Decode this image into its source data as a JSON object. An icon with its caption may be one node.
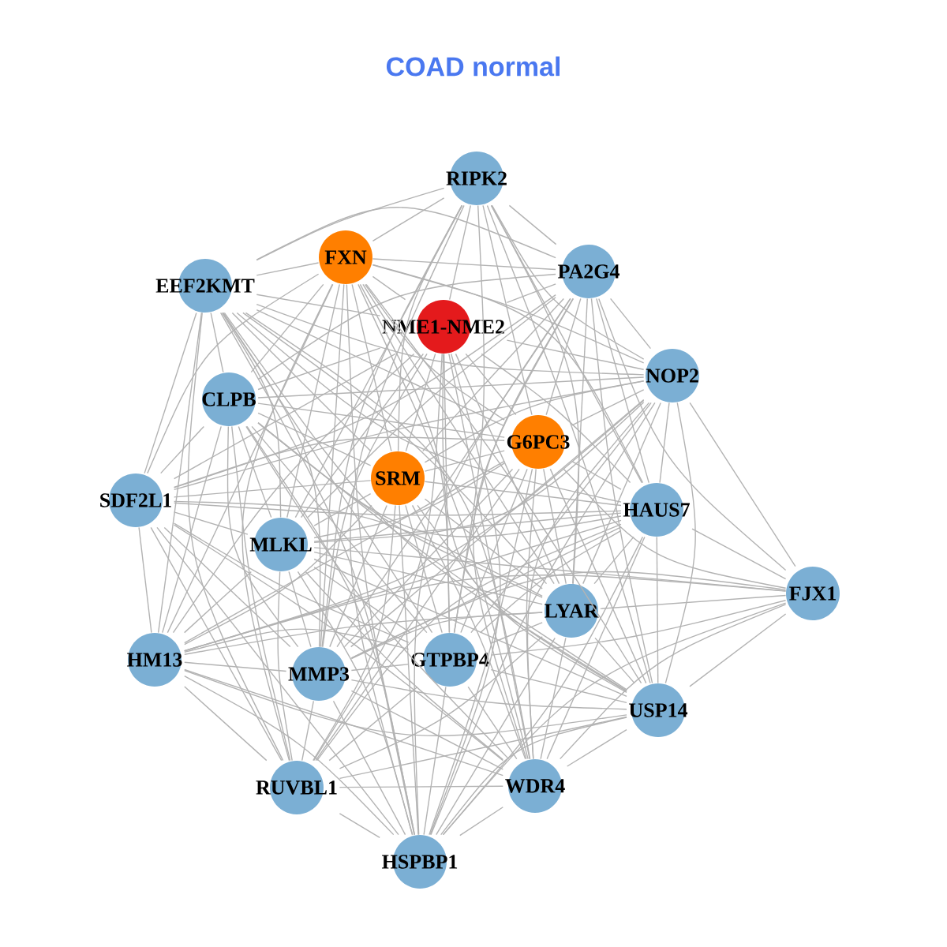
{
  "diagram": {
    "title": "COAD normal",
    "nodes": [
      {
        "text": [
          "RIPK2"
        ]
      },
      {
        "text": [
          "FXN"
        ]
      },
      {
        "text": [
          "PA2G4"
        ]
      },
      {
        "text": [
          "EEF2KMT"
        ]
      },
      {
        "text": [
          "NME1-NME2"
        ]
      },
      {
        "text": [
          "NOP2"
        ]
      },
      {
        "text": [
          "CLPB"
        ]
      },
      {
        "text": [
          "G6PC3"
        ]
      },
      {
        "text": [
          "SRM"
        ]
      },
      {
        "text": [
          "SDF2L1"
        ]
      },
      {
        "text": [
          "HAUS7"
        ]
      },
      {
        "text": [
          "MLKL"
        ]
      },
      {
        "text": [
          "FJX1"
        ]
      },
      {
        "text": [
          "LYAR"
        ]
      },
      {
        "text": [
          "HM13"
        ]
      },
      {
        "text": [
          "MMP3"
        ]
      },
      {
        "text": [
          "GTPBP4"
        ]
      },
      {
        "text": [
          "USP14"
        ]
      },
      {
        "text": [
          "RUVBL1"
        ]
      },
      {
        "text": [
          "WDR4"
        ]
      },
      {
        "text": [
          "HSPBP1"
        ]
      }
    ],
    "edges": [
      {
        "from": 0,
        "to": 1,
        "arrow": "none"
      },
      {
        "from": 0,
        "to": 2,
        "arrow": "none"
      },
      {
        "from": 0,
        "to": 3,
        "arrow": "none"
      },
      {
        "from": 0,
        "to": 4,
        "arrow": "none"
      },
      {
        "from": 0,
        "to": 5,
        "arrow": "none"
      },
      {
        "from": 0,
        "to": 7,
        "arrow": "none"
      },
      {
        "from": 0,
        "to": 8,
        "arrow": "none"
      },
      {
        "from": 0,
        "to": 10,
        "arrow": "none"
      },
      {
        "from": 0,
        "to": 11,
        "arrow": "none"
      },
      {
        "from": 0,
        "to": 13,
        "arrow": "none"
      },
      {
        "from": 0,
        "to": 15,
        "arrow": "none"
      },
      {
        "from": 0,
        "to": 16,
        "arrow": "none"
      },
      {
        "from": 0,
        "to": 17,
        "arrow": "none"
      },
      {
        "from": 0,
        "to": 20,
        "arrow": "none"
      },
      {
        "from": 1,
        "to": 2,
        "arrow": "none"
      },
      {
        "from": 1,
        "to": 3,
        "arrow": "none"
      },
      {
        "from": 1,
        "to": 4,
        "arrow": "none"
      },
      {
        "from": 1,
        "to": 5,
        "arrow": "none"
      },
      {
        "from": 1,
        "to": 6,
        "arrow": "none"
      },
      {
        "from": 1,
        "to": 7,
        "arrow": "none"
      },
      {
        "from": 1,
        "to": 8,
        "arrow": "none"
      },
      {
        "from": 1,
        "to": 9,
        "arrow": "none"
      },
      {
        "from": 1,
        "to": 10,
        "arrow": "none"
      },
      {
        "from": 1,
        "to": 11,
        "arrow": "none"
      },
      {
        "from": 1,
        "to": 13,
        "arrow": "none"
      },
      {
        "from": 1,
        "to": 14,
        "arrow": "none"
      },
      {
        "from": 1,
        "to": 15,
        "arrow": "none"
      },
      {
        "from": 1,
        "to": 16,
        "arrow": "none"
      },
      {
        "from": 1,
        "to": 17,
        "arrow": "none"
      },
      {
        "from": 1,
        "to": 18,
        "arrow": "none"
      },
      {
        "from": 1,
        "to": 19,
        "arrow": "none"
      },
      {
        "from": 1,
        "to": 20,
        "arrow": "none"
      },
      {
        "from": 2,
        "to": 3,
        "arrow": "none"
      },
      {
        "from": 2,
        "to": 4,
        "arrow": "none"
      },
      {
        "from": 2,
        "to": 5,
        "arrow": "none"
      },
      {
        "from": 2,
        "to": 6,
        "arrow": "none"
      },
      {
        "from": 2,
        "to": 7,
        "arrow": "none"
      },
      {
        "from": 2,
        "to": 8,
        "arrow": "none"
      },
      {
        "from": 2,
        "to": 9,
        "arrow": "none"
      },
      {
        "from": 2,
        "to": 10,
        "arrow": "none"
      },
      {
        "from": 2,
        "to": 11,
        "arrow": "none"
      },
      {
        "from": 2,
        "to": 12,
        "arrow": "none"
      },
      {
        "from": 2,
        "to": 13,
        "arrow": "none"
      },
      {
        "from": 2,
        "to": 15,
        "arrow": "none"
      },
      {
        "from": 2,
        "to": 16,
        "arrow": "none"
      },
      {
        "from": 2,
        "to": 17,
        "arrow": "none"
      },
      {
        "from": 2,
        "to": 19,
        "arrow": "none"
      },
      {
        "from": 2,
        "to": 20,
        "arrow": "none"
      },
      {
        "from": 3,
        "to": 4,
        "arrow": "none"
      },
      {
        "from": 3,
        "to": 5,
        "arrow": "none"
      },
      {
        "from": 3,
        "to": 6,
        "arrow": "none"
      },
      {
        "from": 3,
        "to": 7,
        "arrow": "none"
      },
      {
        "from": 3,
        "to": 8,
        "arrow": "none"
      },
      {
        "from": 3,
        "to": 9,
        "arrow": "none"
      },
      {
        "from": 3,
        "to": 10,
        "arrow": "none"
      },
      {
        "from": 3,
        "to": 11,
        "arrow": "none"
      },
      {
        "from": 3,
        "to": 13,
        "arrow": "none"
      },
      {
        "from": 3,
        "to": 14,
        "arrow": "none"
      },
      {
        "from": 3,
        "to": 15,
        "arrow": "none"
      },
      {
        "from": 3,
        "to": 16,
        "arrow": "none"
      },
      {
        "from": 3,
        "to": 17,
        "arrow": "none"
      },
      {
        "from": 3,
        "to": 18,
        "arrow": "none"
      },
      {
        "from": 3,
        "to": 19,
        "arrow": "none"
      },
      {
        "from": 3,
        "to": 20,
        "arrow": "none"
      },
      {
        "from": 4,
        "to": 5,
        "arrow": "none"
      },
      {
        "from": 4,
        "to": 6,
        "arrow": "none"
      },
      {
        "from": 4,
        "to": 7,
        "arrow": "none"
      },
      {
        "from": 4,
        "to": 8,
        "arrow": "none"
      },
      {
        "from": 4,
        "to": 9,
        "arrow": "none"
      },
      {
        "from": 4,
        "to": 10,
        "arrow": "none"
      },
      {
        "from": 4,
        "to": 11,
        "arrow": "none"
      },
      {
        "from": 4,
        "to": 13,
        "arrow": "none"
      },
      {
        "from": 4,
        "to": 14,
        "arrow": "none"
      },
      {
        "from": 4,
        "to": 15,
        "arrow": "none"
      },
      {
        "from": 4,
        "to": 16,
        "arrow": "none"
      },
      {
        "from": 4,
        "to": 17,
        "arrow": "none"
      },
      {
        "from": 4,
        "to": 18,
        "arrow": "none"
      },
      {
        "from": 4,
        "to": 19,
        "arrow": "none"
      },
      {
        "from": 4,
        "to": 20,
        "arrow": "none"
      },
      {
        "from": 5,
        "to": 6,
        "arrow": "none"
      },
      {
        "from": 5,
        "to": 7,
        "arrow": "none"
      },
      {
        "from": 5,
        "to": 8,
        "arrow": "none"
      },
      {
        "from": 5,
        "to": 9,
        "arrow": "none"
      },
      {
        "from": 5,
        "to": 10,
        "arrow": "none"
      },
      {
        "from": 5,
        "to": 11,
        "arrow": "none"
      },
      {
        "from": 5,
        "to": 12,
        "arrow": "none"
      },
      {
        "from": 5,
        "to": 13,
        "arrow": "none"
      },
      {
        "from": 5,
        "to": 14,
        "arrow": "none"
      },
      {
        "from": 5,
        "to": 15,
        "arrow": "none"
      },
      {
        "from": 5,
        "to": 16,
        "arrow": "none"
      },
      {
        "from": 5,
        "to": 17,
        "arrow": "none"
      },
      {
        "from": 5,
        "to": 19,
        "arrow": "none"
      },
      {
        "from": 5,
        "to": 20,
        "arrow": "none"
      },
      {
        "from": 6,
        "to": 7,
        "arrow": "none"
      },
      {
        "from": 6,
        "to": 8,
        "arrow": "none"
      },
      {
        "from": 6,
        "to": 9,
        "arrow": "none"
      },
      {
        "from": 6,
        "to": 10,
        "arrow": "none"
      },
      {
        "from": 6,
        "to": 11,
        "arrow": "none"
      },
      {
        "from": 6,
        "to": 13,
        "arrow": "none"
      },
      {
        "from": 6,
        "to": 14,
        "arrow": "none"
      },
      {
        "from": 6,
        "to": 15,
        "arrow": "none"
      },
      {
        "from": 6,
        "to": 16,
        "arrow": "none"
      },
      {
        "from": 6,
        "to": 17,
        "arrow": "none"
      },
      {
        "from": 6,
        "to": 18,
        "arrow": "none"
      },
      {
        "from": 6,
        "to": 19,
        "arrow": "none"
      },
      {
        "from": 6,
        "to": 20,
        "arrow": "none"
      },
      {
        "from": 7,
        "to": 8,
        "arrow": "none"
      },
      {
        "from": 7,
        "to": 9,
        "arrow": "none"
      },
      {
        "from": 7,
        "to": 10,
        "arrow": "none"
      },
      {
        "from": 7,
        "to": 11,
        "arrow": "none"
      },
      {
        "from": 7,
        "to": 12,
        "arrow": "none"
      },
      {
        "from": 7,
        "to": 13,
        "arrow": "none"
      },
      {
        "from": 7,
        "to": 14,
        "arrow": "none"
      },
      {
        "from": 7,
        "to": 15,
        "arrow": "none"
      },
      {
        "from": 7,
        "to": 16,
        "arrow": "none"
      },
      {
        "from": 7,
        "to": 17,
        "arrow": "none"
      },
      {
        "from": 7,
        "to": 18,
        "arrow": "none"
      },
      {
        "from": 7,
        "to": 19,
        "arrow": "none"
      },
      {
        "from": 7,
        "to": 20,
        "arrow": "none"
      },
      {
        "from": 8,
        "to": 9,
        "arrow": "none"
      },
      {
        "from": 8,
        "to": 10,
        "arrow": "none"
      },
      {
        "from": 8,
        "to": 11,
        "arrow": "none"
      },
      {
        "from": 8,
        "to": 13,
        "arrow": "none"
      },
      {
        "from": 8,
        "to": 14,
        "arrow": "none"
      },
      {
        "from": 8,
        "to": 15,
        "arrow": "none"
      },
      {
        "from": 8,
        "to": 16,
        "arrow": "none"
      },
      {
        "from": 8,
        "to": 17,
        "arrow": "none"
      },
      {
        "from": 8,
        "to": 18,
        "arrow": "none"
      },
      {
        "from": 8,
        "to": 19,
        "arrow": "none"
      },
      {
        "from": 8,
        "to": 20,
        "arrow": "none"
      },
      {
        "from": 9,
        "to": 10,
        "arrow": "none"
      },
      {
        "from": 9,
        "to": 11,
        "arrow": "none"
      },
      {
        "from": 9,
        "to": 13,
        "arrow": "none"
      },
      {
        "from": 9,
        "to": 14,
        "arrow": "none"
      },
      {
        "from": 9,
        "to": 15,
        "arrow": "none"
      },
      {
        "from": 9,
        "to": 16,
        "arrow": "none"
      },
      {
        "from": 9,
        "to": 18,
        "arrow": "none"
      },
      {
        "from": 9,
        "to": 19,
        "arrow": "none"
      },
      {
        "from": 9,
        "to": 20,
        "arrow": "none"
      },
      {
        "from": 10,
        "to": 11,
        "arrow": "none"
      },
      {
        "from": 10,
        "to": 12,
        "arrow": "none"
      },
      {
        "from": 10,
        "to": 13,
        "arrow": "none"
      },
      {
        "from": 10,
        "to": 14,
        "arrow": "none"
      },
      {
        "from": 10,
        "to": 15,
        "arrow": "none"
      },
      {
        "from": 10,
        "to": 16,
        "arrow": "none"
      },
      {
        "from": 10,
        "to": 17,
        "arrow": "none"
      },
      {
        "from": 10,
        "to": 18,
        "arrow": "none"
      },
      {
        "from": 10,
        "to": 19,
        "arrow": "none"
      },
      {
        "from": 10,
        "to": 20,
        "arrow": "none"
      },
      {
        "from": 11,
        "to": 12,
        "arrow": "none"
      },
      {
        "from": 11,
        "to": 13,
        "arrow": "none"
      },
      {
        "from": 11,
        "to": 14,
        "arrow": "none"
      },
      {
        "from": 11,
        "to": 15,
        "arrow": "none"
      },
      {
        "from": 11,
        "to": 16,
        "arrow": "none"
      },
      {
        "from": 11,
        "to": 17,
        "arrow": "none"
      },
      {
        "from": 11,
        "to": 18,
        "arrow": "none"
      },
      {
        "from": 11,
        "to": 19,
        "arrow": "none"
      },
      {
        "from": 11,
        "to": 20,
        "arrow": "none"
      },
      {
        "from": 12,
        "to": 13,
        "arrow": "none"
      },
      {
        "from": 12,
        "to": 14,
        "arrow": "none"
      },
      {
        "from": 12,
        "to": 15,
        "arrow": "none"
      },
      {
        "from": 12,
        "to": 16,
        "arrow": "none"
      },
      {
        "from": 12,
        "to": 17,
        "arrow": "none"
      },
      {
        "from": 12,
        "to": 19,
        "arrow": "none"
      },
      {
        "from": 12,
        "to": 20,
        "arrow": "none"
      },
      {
        "from": 13,
        "to": 14,
        "arrow": "none"
      },
      {
        "from": 13,
        "to": 15,
        "arrow": "none"
      },
      {
        "from": 13,
        "to": 16,
        "arrow": "none"
      },
      {
        "from": 13,
        "to": 17,
        "arrow": "none"
      },
      {
        "from": 13,
        "to": 18,
        "arrow": "none"
      },
      {
        "from": 13,
        "to": 19,
        "arrow": "none"
      },
      {
        "from": 13,
        "to": 20,
        "arrow": "none"
      },
      {
        "from": 14,
        "to": 15,
        "arrow": "none"
      },
      {
        "from": 14,
        "to": 16,
        "arrow": "none"
      },
      {
        "from": 14,
        "to": 17,
        "arrow": "none"
      },
      {
        "from": 14,
        "to": 18,
        "arrow": "none"
      },
      {
        "from": 14,
        "to": 19,
        "arrow": "none"
      },
      {
        "from": 14,
        "to": 20,
        "arrow": "none"
      },
      {
        "from": 15,
        "to": 16,
        "arrow": "none"
      },
      {
        "from": 15,
        "to": 17,
        "arrow": "none"
      },
      {
        "from": 15,
        "to": 18,
        "arrow": "none"
      },
      {
        "from": 15,
        "to": 19,
        "arrow": "none"
      },
      {
        "from": 15,
        "to": 20,
        "arrow": "none"
      },
      {
        "from": 16,
        "to": 17,
        "arrow": "none"
      },
      {
        "from": 16,
        "to": 18,
        "arrow": "none"
      },
      {
        "from": 16,
        "to": 19,
        "arrow": "none"
      },
      {
        "from": 16,
        "to": 20,
        "arrow": "none"
      },
      {
        "from": 17,
        "to": 18,
        "arrow": "none"
      },
      {
        "from": 17,
        "to": 19,
        "arrow": "none"
      },
      {
        "from": 17,
        "to": 20,
        "arrow": "none"
      },
      {
        "from": 18,
        "to": 19,
        "arrow": "none"
      },
      {
        "from": 18,
        "to": 20,
        "arrow": "none"
      },
      {
        "from": 19,
        "to": 20,
        "arrow": "none"
      }
    ]
  }
}
